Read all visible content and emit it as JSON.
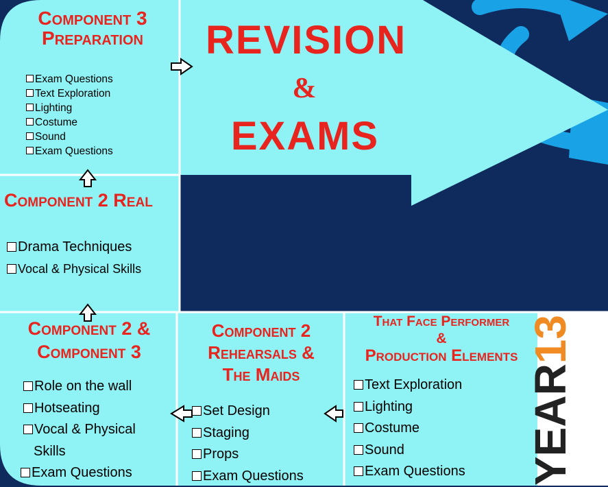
{
  "colors": {
    "background": "#0f2a5c",
    "panel": "#8ff3f5",
    "title": "#e8241f",
    "big_arrow": "#8ff3f5",
    "cycle_arrow": "#1aa2e6",
    "text": "#000000",
    "year_digits": "#f08a22"
  },
  "center": {
    "line1": "REVISION",
    "line2": "&",
    "line3": "EXAMS"
  },
  "component3_prep": {
    "title_line1": "Component 3",
    "title_line2": "Preparation",
    "items": [
      "Exam Questions",
      "Text Exploration",
      "Lighting",
      "Costume",
      "Sound",
      "Exam Questions"
    ]
  },
  "component2_real": {
    "title": "Component 2 Real",
    "items": [
      "Drama Techniques",
      "Vocal & Physical Skills"
    ]
  },
  "component2_3": {
    "title_line1": "Component 2 &",
    "title_line2": "Component 3",
    "items": [
      "Role on the wall",
      "Hotseating",
      "Vocal & Physical",
      "Skills",
      "Exam Questions"
    ]
  },
  "component2_maids": {
    "title_line1": "Component 2",
    "title_line2": "Rehearsals &",
    "title_line3": "The Maids",
    "items": [
      "Set Design",
      "Staging",
      "Props",
      "Exam Questions"
    ]
  },
  "performer": {
    "title_line1": "That Face Performer",
    "title_line2": "&",
    "title_line3": "Production Elements",
    "items": [
      "Text Exploration",
      "Lighting",
      "Costume",
      "Sound",
      "Exam Questions"
    ]
  },
  "year_badge": {
    "text": "YEAR",
    "number": "13"
  },
  "icons": [
    "arrow-right-icon",
    "arrow-up-icon",
    "arrow-left-icon",
    "cycle-arrows-icon"
  ]
}
